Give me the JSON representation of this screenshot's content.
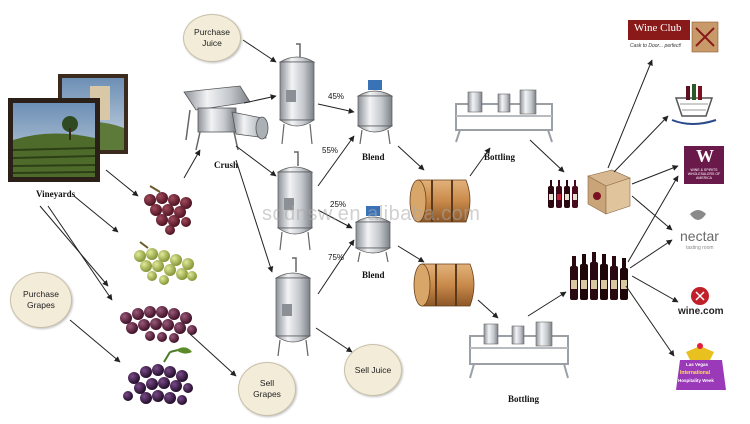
{
  "labels": {
    "vineyards": "Vineyards",
    "crush": "Crush",
    "blend_top": "Blend",
    "blend_bottom": "Blend",
    "bottling_top": "Bottling",
    "bottling_bottom": "Bottling"
  },
  "bubbles": {
    "purchase_juice": [
      "Purchase",
      "Juice"
    ],
    "purchase_grapes": [
      "Purchase",
      "Grapes"
    ],
    "sell_grapes": [
      "Sell",
      "Grapes"
    ],
    "sell_juice": [
      "Sell Juice"
    ]
  },
  "percentages": {
    "tank1_to_blend1": "45%",
    "tank2_to_blend1": "55%",
    "tank2_to_blend2": "25%",
    "tank3_to_blend2": "75%"
  },
  "watermark": "sddnsw.en.alibaba.com",
  "logos": {
    "wine_club": "Wine Club",
    "wine_club_tagline": "Cask to Door... perfect!",
    "wsw_letter": "W",
    "wsw_text": "WINE & SPIRITS WHOLESALERS OF AMERICA",
    "nectar": "nectar",
    "nectar_sub": "tasting room",
    "winecom": "wine.com",
    "hospitality_lines": [
      "Las Vegas",
      "International",
      "Hospitality Week"
    ]
  },
  "colors": {
    "arrow": "#222222",
    "bubble_fill": "#f3ecd9",
    "steel": "#c9ccd0",
    "barrel_wood": "#c98a4b",
    "wine_red": "#6b1020",
    "grape_purple": "#5a1c3a",
    "grape_green": "#a7b84e"
  }
}
